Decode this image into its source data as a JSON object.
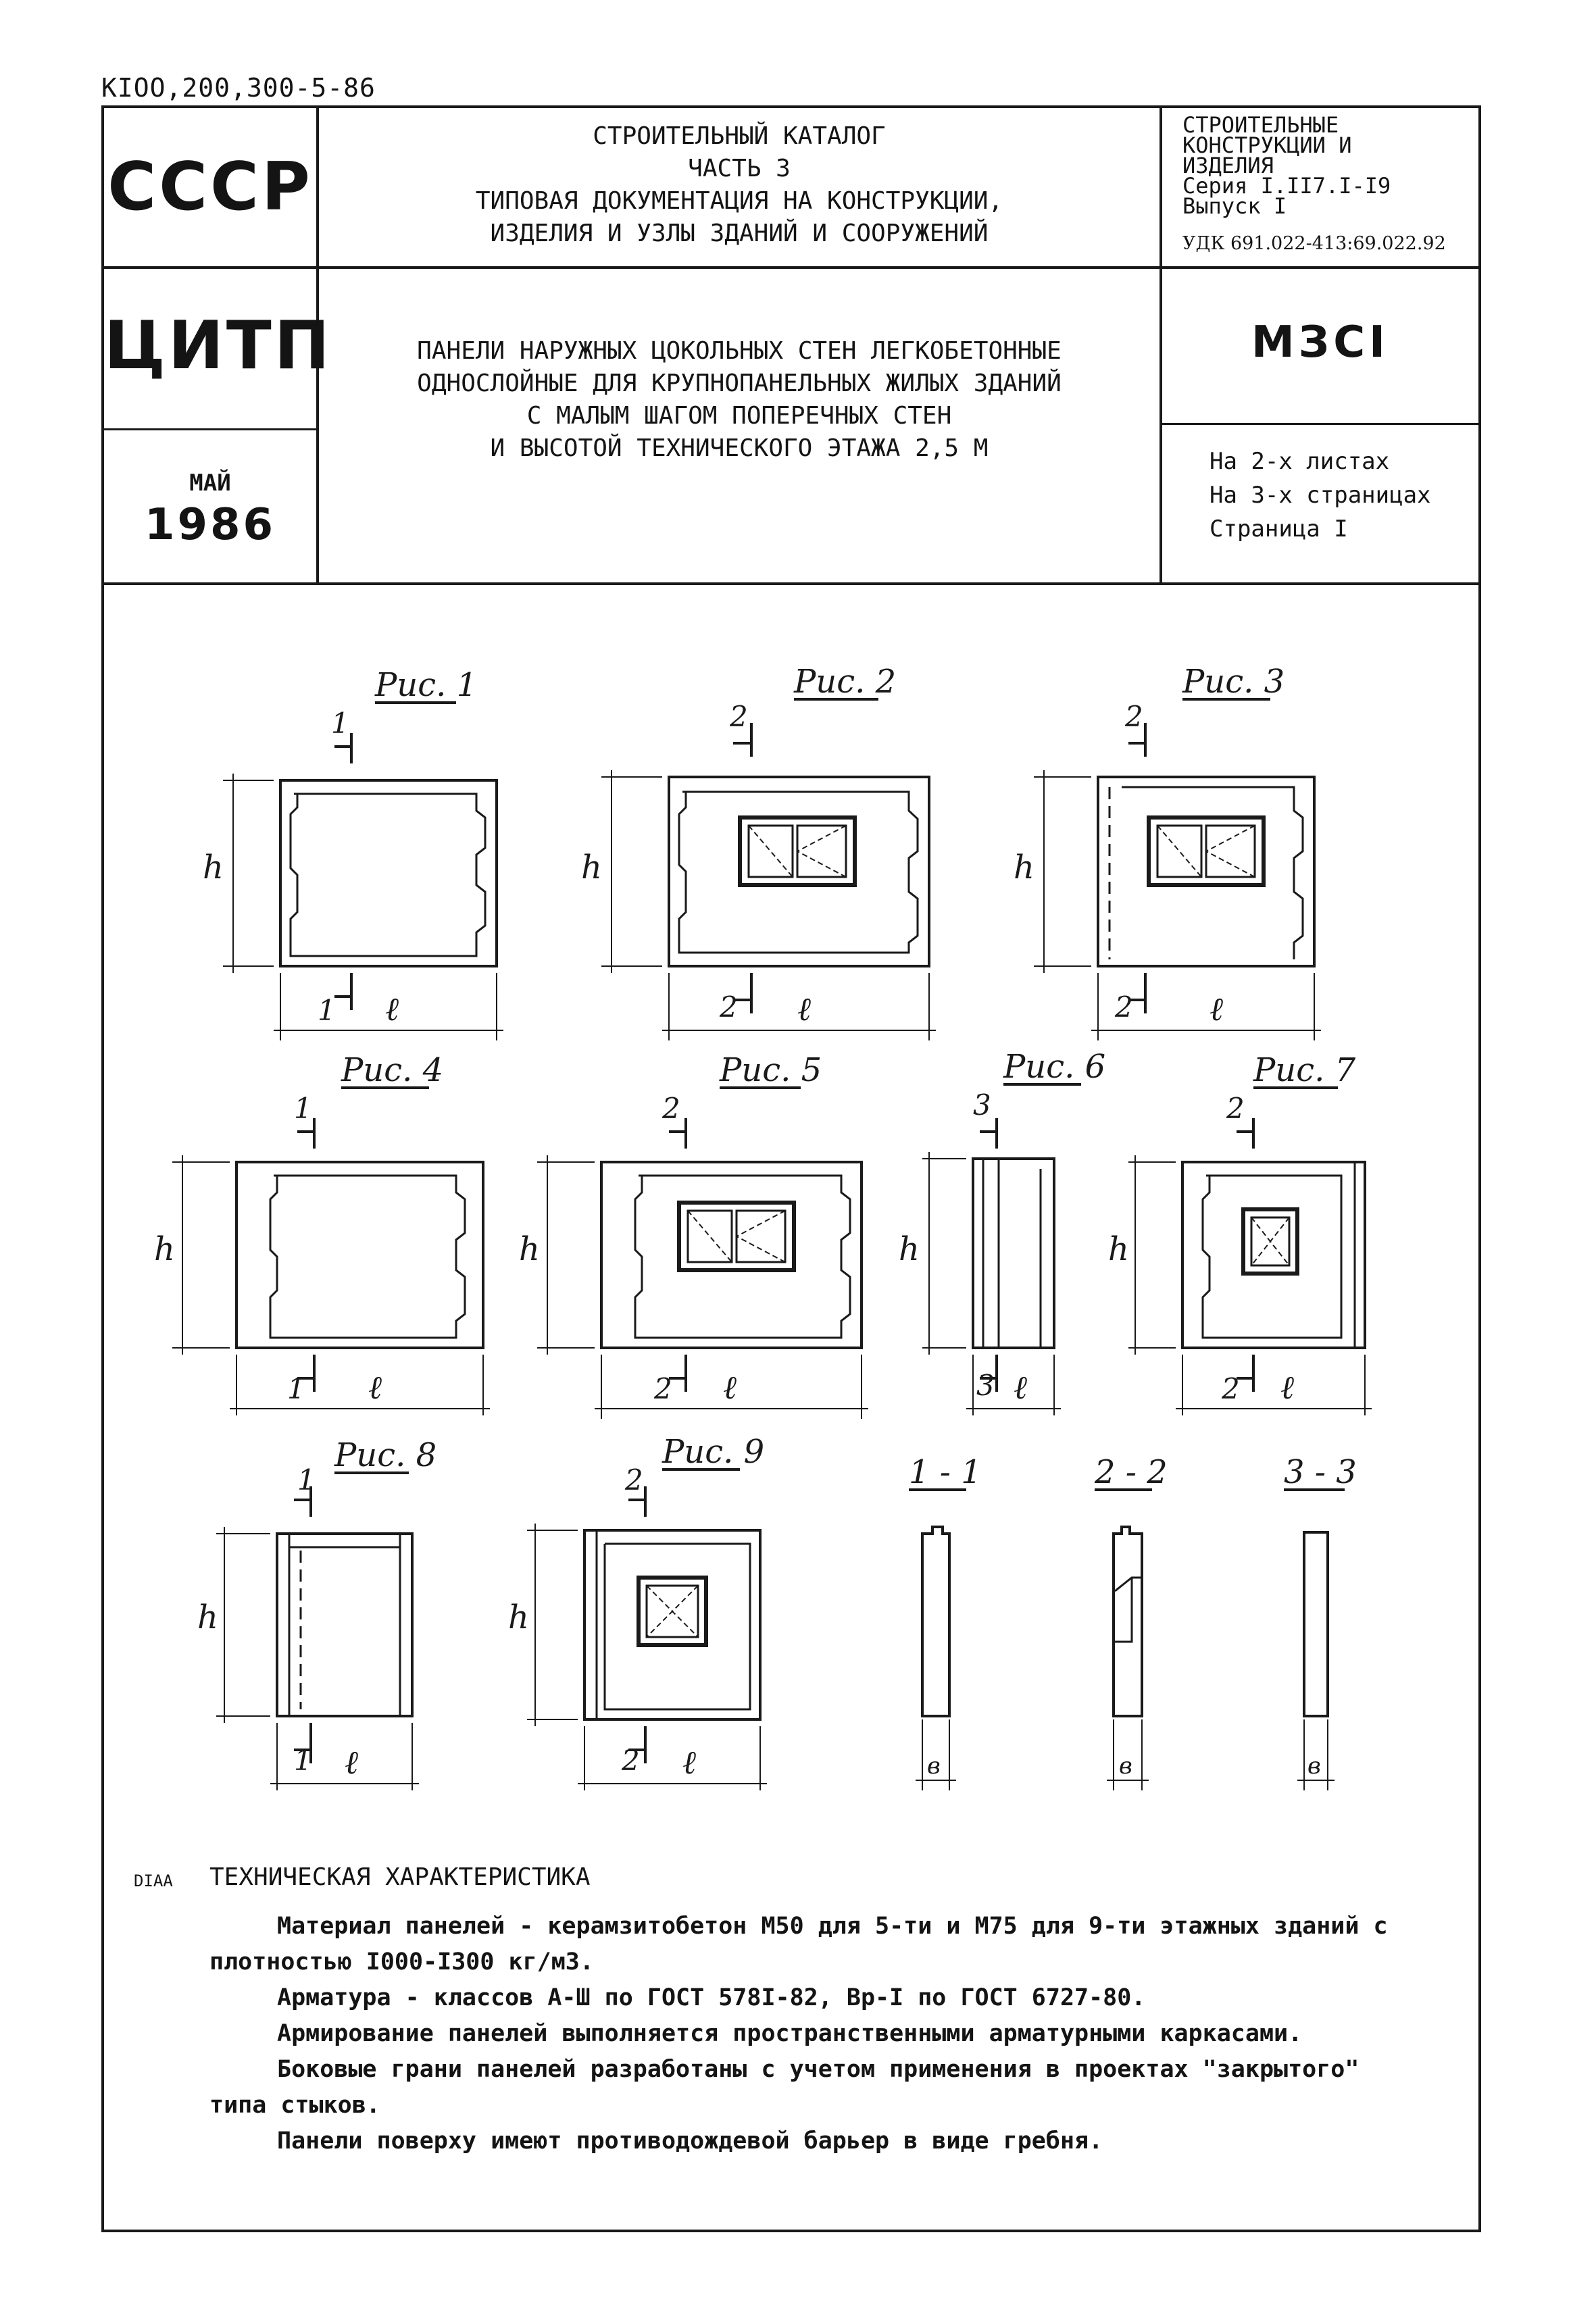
{
  "document": {
    "code": "KIOO,200,300-5-86"
  },
  "header": {
    "org_top": "СССР",
    "org_mid": "ЦИТП",
    "month": "МАЙ",
    "year": "1986",
    "catalog_lines": [
      "СТРОИТЕЛЬНЫЙ КАТАЛОГ",
      "ЧАСТЬ 3",
      "ТИПОВАЯ ДОКУМЕНТАЦИЯ НА КОНСТРУКЦИИ,",
      "ИЗДЕЛИЯ И УЗЛЫ ЗДАНИЙ И СООРУЖЕНИЙ"
    ],
    "title_lines": [
      "ПАНЕЛИ НАРУЖНЫХ ЦОКОЛЬНЫХ СТЕН ЛЕГКОБЕТОННЫЕ",
      "ОДНОСЛОЙНЫЕ ДЛЯ КРУПНОПАНЕЛЬНЫХ ЖИЛЫХ ЗДАНИЙ",
      "С МАЛЫМ ШАГОМ ПОПЕРЕЧНЫХ СТЕН",
      "И ВЫСОТОЙ ТЕХНИЧЕСКОГО ЭТАЖА 2,5 М"
    ],
    "series_lines": [
      "СТРОИТЕЛЬНЫЕ",
      "КОНСТРУКЦИИ И",
      "ИЗДЕЛИЯ",
      "Серия I.II7.I-I9",
      "Выпуск I"
    ],
    "udk": "УДК 691.022-413:69.022.92",
    "mark": "МЗСІ",
    "sheets": [
      "На 2-х листах",
      "На 3-х страницах",
      "Страница I"
    ]
  },
  "figures": {
    "labels": [
      "Рис. 1",
      "Рис. 2",
      "Рис. 3",
      "Рис. 4",
      "Рис. 5",
      "Рис. 6",
      "Рис. 7",
      "Рис. 8",
      "Рис. 9"
    ],
    "sections": [
      "1 - 1",
      "2 - 2",
      "3 - 3"
    ],
    "height_dim": "h",
    "length_dim": "ℓ",
    "thickness_dim": "в",
    "cut_marks": [
      "1",
      "2",
      "3"
    ]
  },
  "tech": {
    "prefix": "DIAA",
    "heading": "ТЕХНИЧЕСКАЯ ХАРАКТЕРИСТИКА",
    "paragraphs": [
      "Материал панелей - керамзитобетон М50 для 5-ти и М75 для 9-ти этажных зданий с",
      "плотностью I000-I300 кг/м3.",
      "Арматура - классов А-Ш по ГОСТ 578I-82, Вр-I по ГОСТ 6727-80.",
      "Армирование панелей выполняется пространственными арматурными каркасами.",
      "Боковые грани панелей разработаны с учетом применения в проектах \"закрытого\"",
      "типа стыков.",
      "Панели поверху имеют противодождевой барьер в виде гребня."
    ]
  }
}
